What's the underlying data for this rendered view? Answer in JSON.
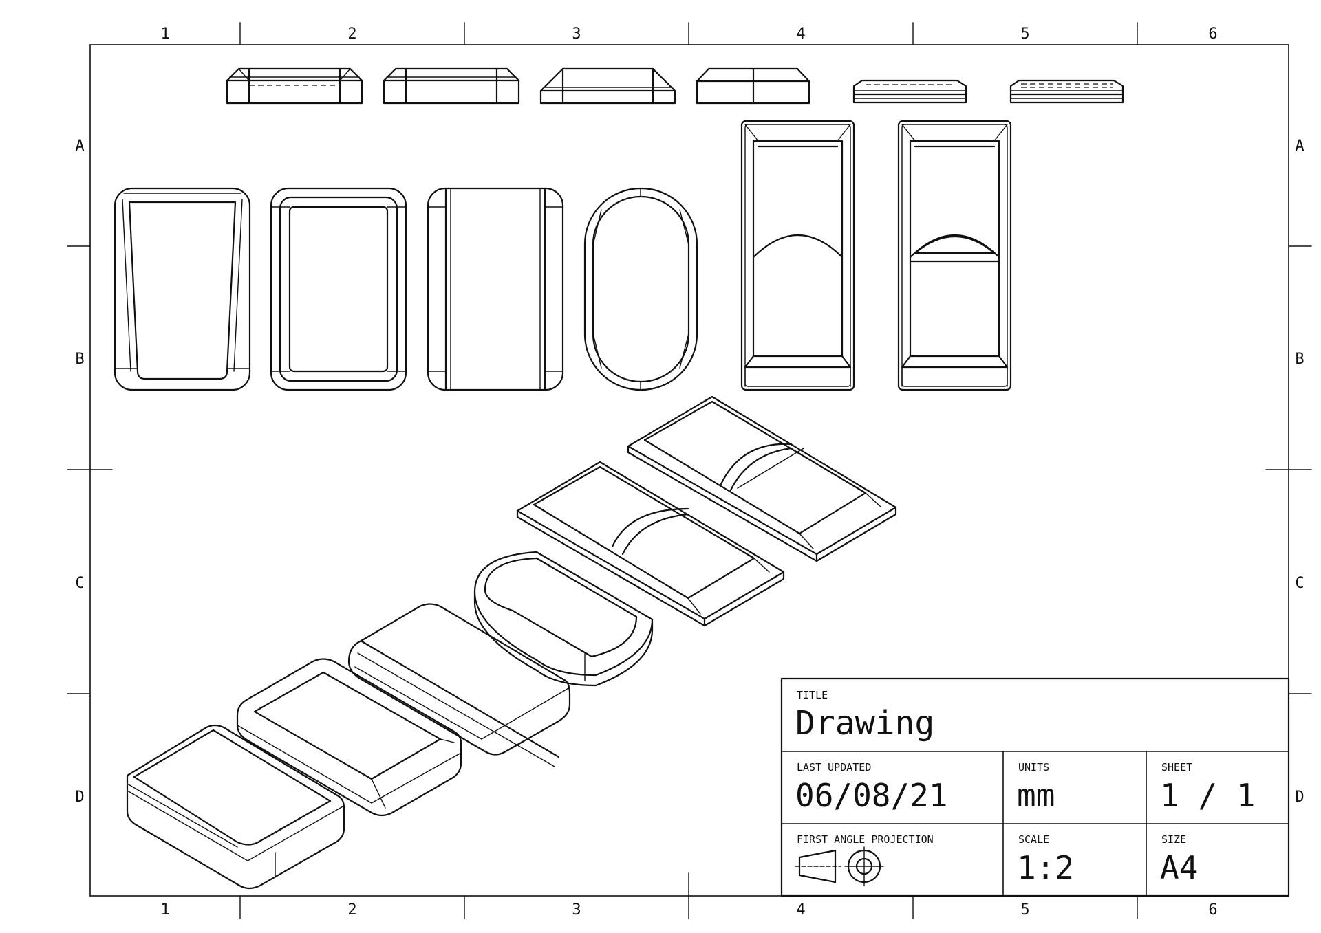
{
  "border": {
    "columns": [
      "1",
      "2",
      "3",
      "4",
      "5",
      "6"
    ],
    "rows": [
      "A",
      "B",
      "C",
      "D"
    ]
  },
  "title_block": {
    "title_label": "TITLE",
    "title_value": "Drawing",
    "last_updated_label": "LAST UPDATED",
    "last_updated_value": "06/08/21",
    "units_label": "UNITS",
    "units_value": "mm",
    "sheet_label": "SHEET",
    "sheet_value": "1 / 1",
    "projection_label": "FIRST ANGLE PROJECTION",
    "scale_label": "SCALE",
    "scale_value": "1:2",
    "size_label": "SIZE",
    "size_value": "A4"
  }
}
